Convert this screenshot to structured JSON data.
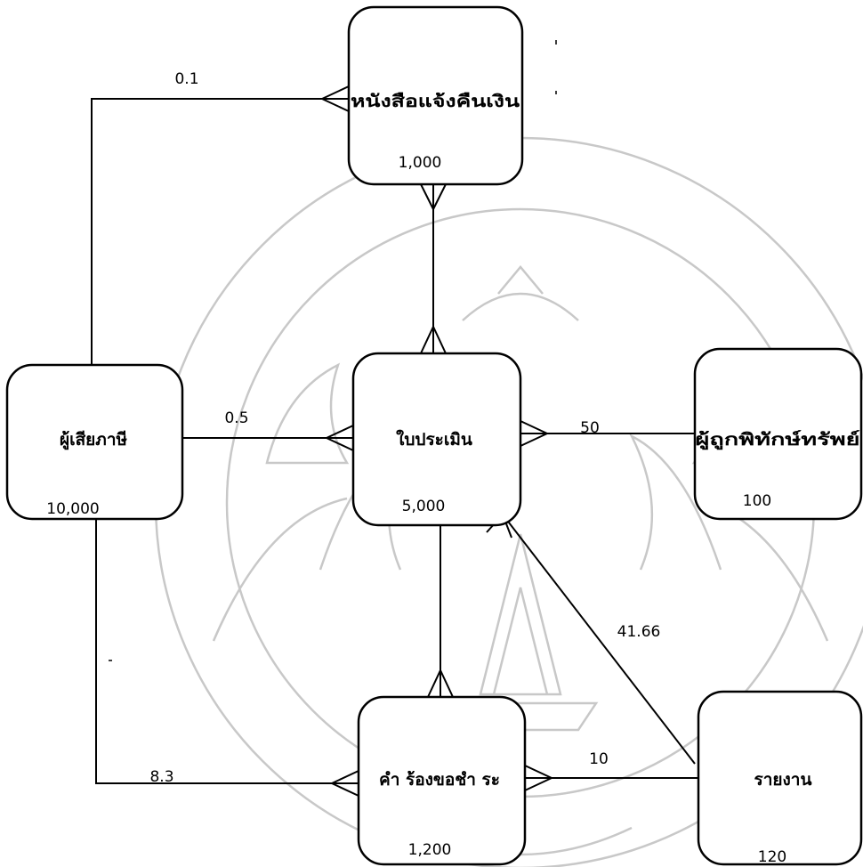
{
  "entities": {
    "refund_letter": {
      "name": "หนังสือแจ้งคืนเงิน",
      "volume": "1,000"
    },
    "taxpayer": {
      "name": "ผู้เสียภาษี",
      "volume": "10,000"
    },
    "assessment": {
      "name": "ใบประเมิน",
      "volume": "5,000"
    },
    "property_owner": {
      "name": "ผู้ถูกพิทักษ์ทรัพย์",
      "volume": "100"
    },
    "request": {
      "name": "คำ ร้องขอชำ ระ",
      "volume": "1,200"
    },
    "report": {
      "name": "รายงาน",
      "volume": "120"
    }
  },
  "relationships": {
    "taxpayer_refund_letter": "0.1",
    "taxpayer_assessment": "0.5",
    "assessment_property_owner": "50",
    "report_assessment": "41.66",
    "report_request": "10",
    "taxpayer_request": "8.3"
  },
  "watermark": {
    "icon": "university-seal-icon"
  },
  "colors": {
    "ink": "#000000",
    "watermark": "#c8c8c8"
  }
}
